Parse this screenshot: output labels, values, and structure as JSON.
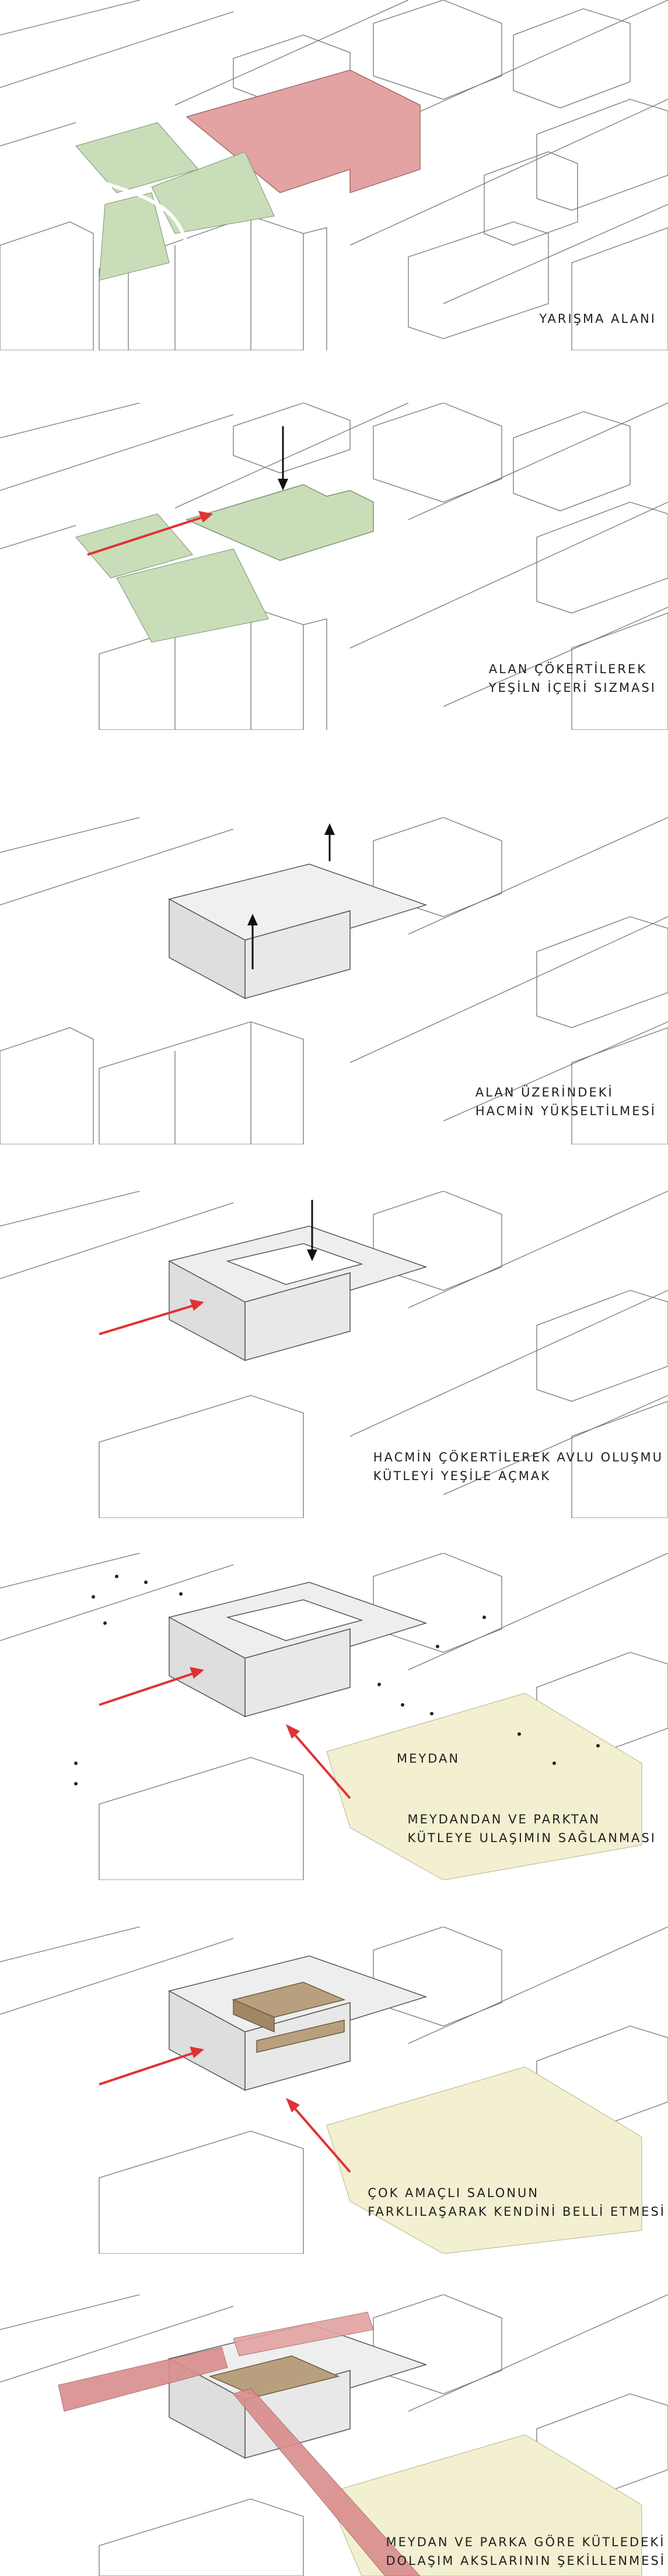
{
  "panels": [
    {
      "caption_lines": [
        "YARIŞMA ALANI"
      ]
    },
    {
      "caption_lines": [
        "ALAN ÇÖKERTİLEREK",
        "YEŞİLN İÇERİ SIZMASI"
      ]
    },
    {
      "caption_lines": [
        "ALAN ÜZERİNDEKİ",
        "HACMİN YÜKSELTİLMESİ"
      ]
    },
    {
      "caption_lines": [
        "HACMİN ÇÖKERTİLEREK AVLU OLUŞMU",
        "KÜTLEYİ YEŞİLE AÇMAK"
      ]
    },
    {
      "caption_lines": [
        "MEYDANDAN VE PARKTAN",
        "KÜTLEYE ULAŞIMIN SAĞLANMASI"
      ],
      "square_label": "MEYDAN"
    },
    {
      "caption_lines": [
        "ÇOK AMAÇLI SALONUN",
        "FARKLILAŞARAK KENDİNİ BELLİ ETMESİ"
      ]
    },
    {
      "caption_lines": [
        "MEYDAN VE PARKA GÖRE KÜTLEDEKİ",
        "DOLAŞIM AKSLARININ ŞEKİLLENMESİ"
      ]
    }
  ],
  "colors": {
    "site_red": "#e3a3a3",
    "park_green": "#c9ddb9",
    "arrow_red": "#e23131",
    "square_yellow": "#f3f0d2",
    "hall_brown": "#b8a07e",
    "volume_grey": "#e9e9e9",
    "line": "#555555"
  }
}
